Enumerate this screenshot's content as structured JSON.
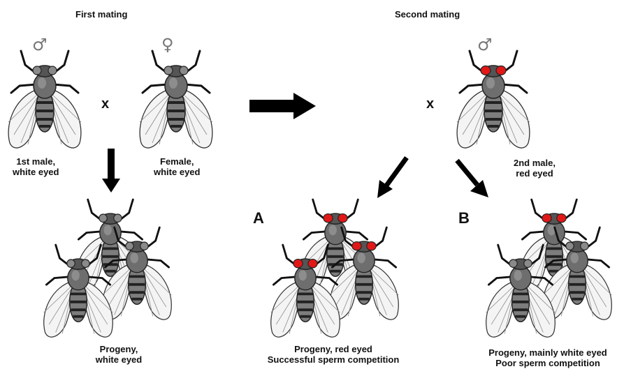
{
  "headings": {
    "first_mating": "First mating",
    "second_mating": "Second mating"
  },
  "symbols": {
    "male": "♂",
    "female": "♀",
    "cross": "x"
  },
  "labels": {
    "first_male_line1": "1st male,",
    "first_male_line2": "white eyed",
    "female_line1": "Female,",
    "female_line2": "white eyed",
    "second_male_line1": "2nd male,",
    "second_male_line2": "red eyed",
    "progeny_white_line1": "Progeny,",
    "progeny_white_line2": "white eyed",
    "progeny_red_line1": "Progeny, red eyed",
    "progeny_red_line2": "Successful sperm competition",
    "progeny_mainly_white_line1": "Progeny, mainly white eyed",
    "progeny_mainly_white_line2": "Poor sperm competition"
  },
  "outcomes": {
    "a": "A",
    "b": "B"
  },
  "colors": {
    "fly_body": "#7d7d7d",
    "fly_dark": "#333333",
    "white_eye": "#8a8a8a",
    "red_eye": "#e01818",
    "wing": "#f2f2f2",
    "arrow": "#000000"
  }
}
